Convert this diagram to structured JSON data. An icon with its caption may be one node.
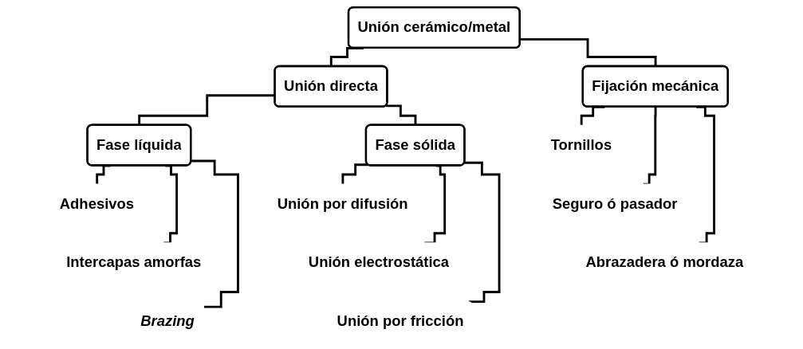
{
  "diagram": {
    "nodes": [
      {
        "text": [
          "Unión cerámico/metal"
        ]
      },
      {
        "text": [
          "Unión directa"
        ]
      },
      {
        "text": [
          "Fijación mecánica"
        ]
      },
      {
        "text": [
          "Fase líquida"
        ]
      },
      {
        "text": [
          "Fase sólida"
        ]
      },
      {
        "text": [
          "Adhesivos"
        ]
      },
      {
        "text": [
          "Intercapas amorfas"
        ]
      },
      {
        "text": [
          "Brazing"
        ]
      },
      {
        "text": [
          "Unión por difusión"
        ]
      },
      {
        "text": [
          "Unión electrostática"
        ]
      },
      {
        "text": [
          "Unión por fricción"
        ]
      },
      {
        "text": [
          "Tornillos"
        ]
      },
      {
        "text": [
          "Seguro ó pasador"
        ]
      },
      {
        "text": [
          "Abrazadera ó mordaza"
        ]
      }
    ],
    "edges": [
      {
        "from": 0,
        "to": 1,
        "arrow": "none"
      },
      {
        "from": 0,
        "to": 2,
        "arrow": "none"
      },
      {
        "from": 1,
        "to": 3,
        "arrow": "none"
      },
      {
        "from": 1,
        "to": 4,
        "arrow": "none"
      },
      {
        "from": 3,
        "to": 5,
        "arrow": "none"
      },
      {
        "from": 3,
        "to": 6,
        "arrow": "none"
      },
      {
        "from": 3,
        "to": 7,
        "arrow": "none"
      },
      {
        "from": 4,
        "to": 8,
        "arrow": "none"
      },
      {
        "from": 4,
        "to": 9,
        "arrow": "none"
      },
      {
        "from": 4,
        "to": 10,
        "arrow": "none"
      },
      {
        "from": 2,
        "to": 11,
        "arrow": "none"
      },
      {
        "from": 2,
        "to": 12,
        "arrow": "none"
      },
      {
        "from": 2,
        "to": 13,
        "arrow": "none"
      }
    ]
  }
}
